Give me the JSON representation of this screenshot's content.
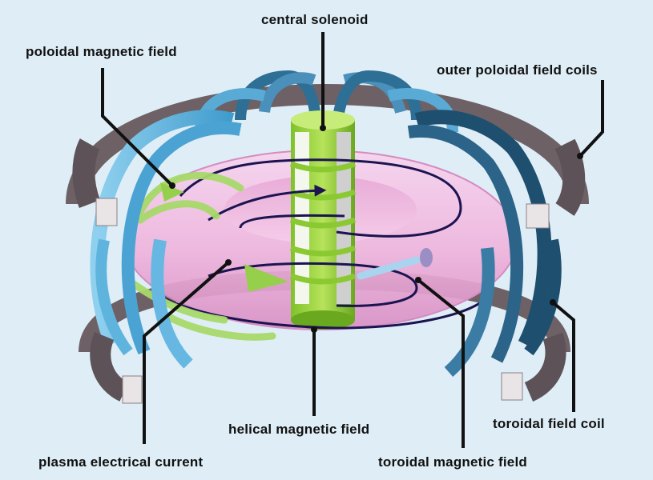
{
  "labels": {
    "central_solenoid": "central solenoid",
    "poloidal_magnetic_field": "poloidal magnetic field",
    "outer_poloidal_field_coils": "outer poloidal field coils",
    "helical_magnetic_field": "helical magnetic field",
    "toroidal_field_coil": "toroidal field coil",
    "plasma_electrical_current": "plasma electrical current",
    "toroidal_magnetic_field": "toroidal magnetic field"
  },
  "colors": {
    "background": "#dfeef6",
    "torus_pink": "#f2b8e0",
    "toroidal_coil_blue": "#5fb4de",
    "toroidal_coil_dark": "#1f4f6e",
    "poloidal_coil_gray": "#7b6f74",
    "solenoid_green": "#9ad43a",
    "field_arrow_green": "#a8d96a",
    "leader_line": "#111111",
    "field_line": "#1b1450"
  }
}
